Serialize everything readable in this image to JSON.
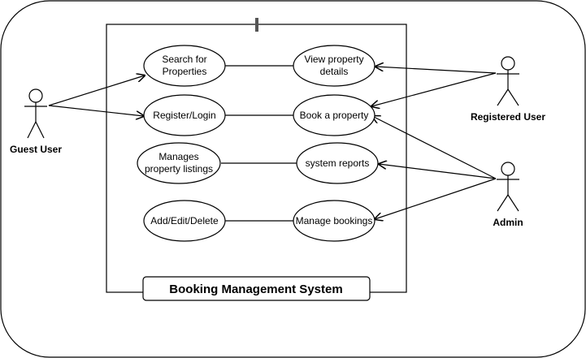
{
  "system": {
    "title": "Booking Management System"
  },
  "actors": {
    "guest": {
      "label": "Guest User"
    },
    "registered": {
      "label": "Registered User"
    },
    "admin": {
      "label": "Admin"
    }
  },
  "use_cases": {
    "search": [
      "Search for",
      "Properties"
    ],
    "view": [
      "View property",
      "details"
    ],
    "register": [
      "Register/Login"
    ],
    "book": [
      "Book a property"
    ],
    "manage_listings": [
      "Manages",
      "property listings"
    ],
    "reports": [
      "system reports"
    ],
    "add_edit": [
      "Add/Edit/Delete"
    ],
    "manage_bookings": [
      "Manage bookings"
    ]
  }
}
